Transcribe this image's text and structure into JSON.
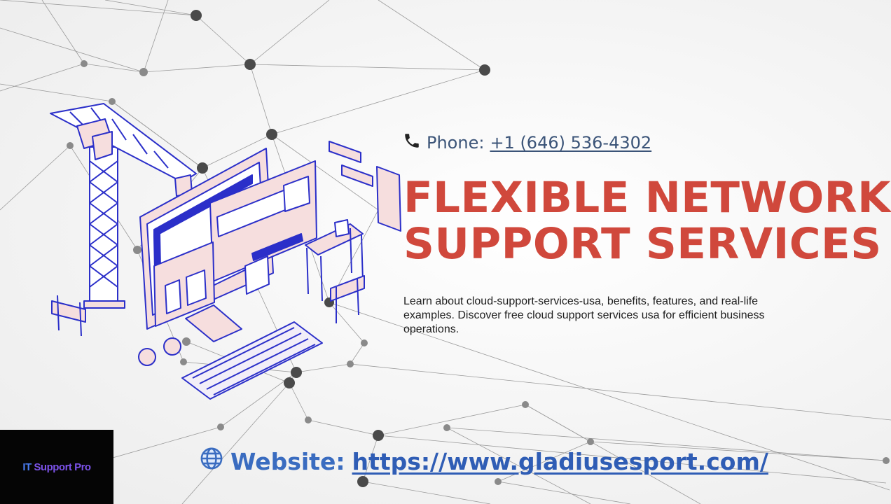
{
  "contact": {
    "phone_icon": "phone-icon",
    "phone_label": "Phone:",
    "phone_number": "+1 (646) 536-4302"
  },
  "headline": {
    "line1": "FLEXIBLE NETWORK",
    "line2": "SUPPORT SERVICES"
  },
  "description": "Learn about cloud-support-services-usa, benefits, features, and real-life examples. Discover free cloud support services usa for efficient business operations.",
  "website": {
    "globe_icon": "globe-icon",
    "label": "Website:",
    "url": "https://www.gladiusesport.com/"
  },
  "logo": {
    "text_it": "IT",
    "text_rest": " Support Pro"
  },
  "colors": {
    "headline": "#d0483c",
    "phone_text": "#3b5478",
    "website_text": "#2f5db5",
    "illustration_accent": "#2b2fc9",
    "illustration_fill": "#f6dede",
    "logo_bg": "#050505"
  }
}
